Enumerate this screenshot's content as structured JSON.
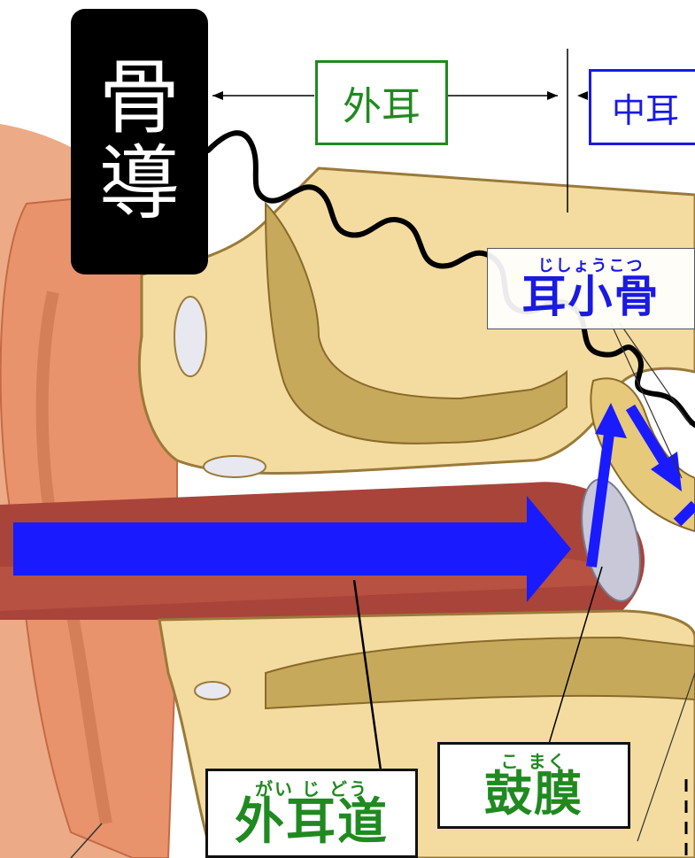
{
  "labels": {
    "bone_conduction_line1": "骨",
    "bone_conduction_line2": "導",
    "outer_ear": "外耳",
    "middle_ear": "中耳",
    "ossicles": "耳小骨",
    "ossicles_ruby": "じしょうこつ",
    "eardrum": "鼓膜",
    "eardrum_ruby": "こ まく",
    "ear_canal": "外耳道",
    "ear_canal_ruby": "がい じ どう"
  },
  "colors": {
    "outer_ear_green": "#1f8a1f",
    "middle_ear_blue": "#1a1ae0",
    "arrow_blue": "#1a1aff",
    "bone": "#f4dca0",
    "bone_outline": "#9a7a3a",
    "skin": "#e8926a",
    "canal": "#b0453a"
  }
}
